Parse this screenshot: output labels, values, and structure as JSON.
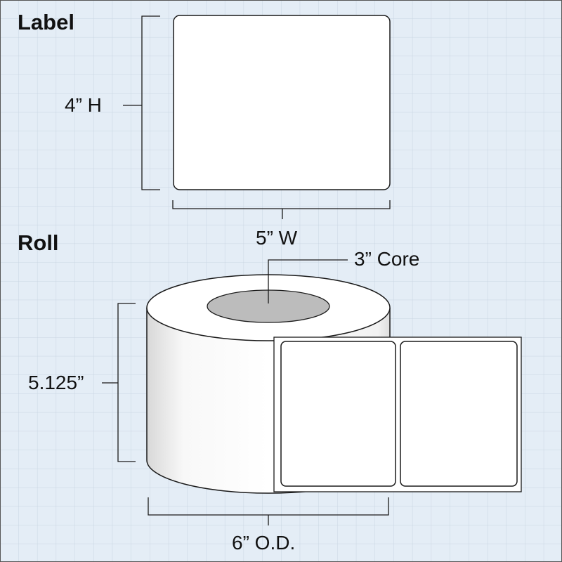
{
  "headings": {
    "label": "Label",
    "roll": "Roll"
  },
  "dimensions": {
    "label_height": "4” H",
    "label_width": "5” W",
    "core": "3” Core",
    "roll_width": "5.125”",
    "outer_diameter": "6” O.D."
  },
  "colors": {
    "background": "#e4edf6",
    "grid": "#c9d5e2",
    "core": "#bcbcbc",
    "stroke": "#1a1a1a"
  }
}
